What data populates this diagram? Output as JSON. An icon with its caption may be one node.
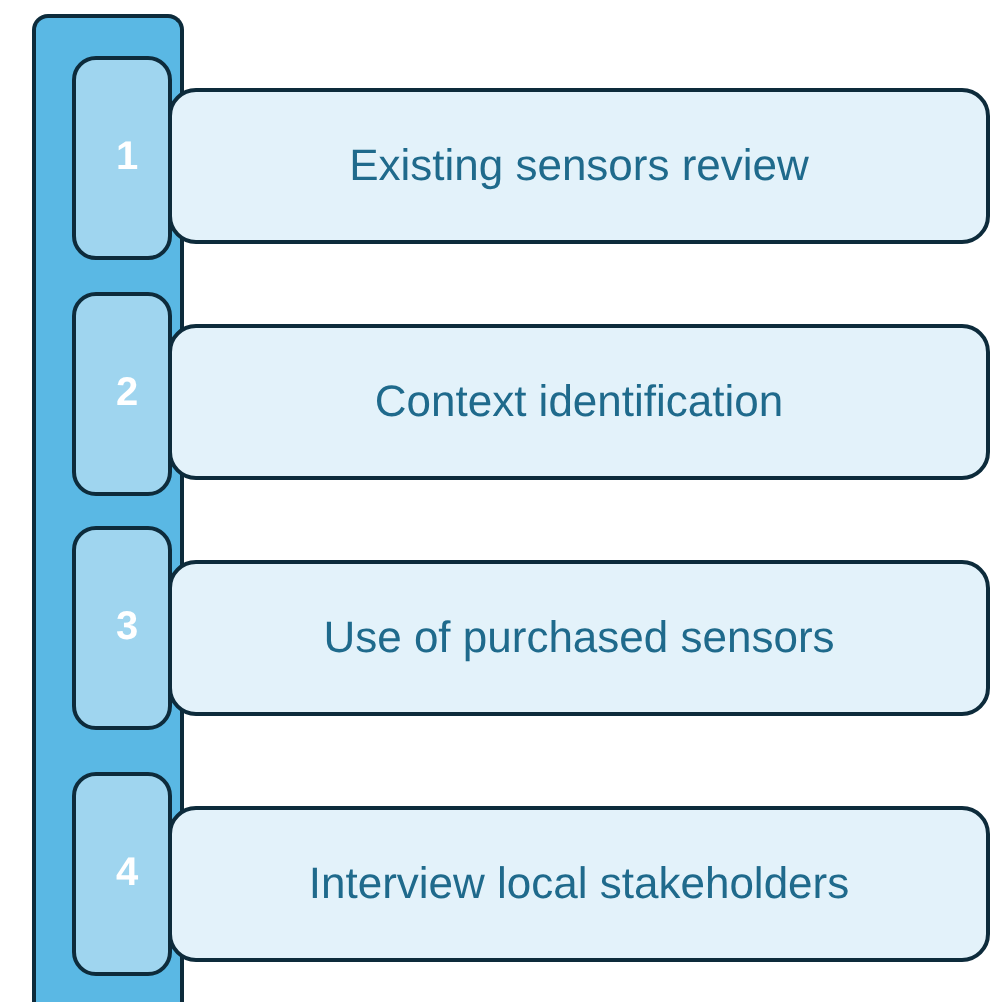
{
  "diagram": {
    "nodes": [
      {
        "text": [],
        "shape": "bar"
      },
      {
        "text": [
          "1"
        ],
        "in": 0
      },
      {
        "text": [
          "Existing sensors review"
        ]
      },
      {
        "text": [
          "2"
        ],
        "in": 0
      },
      {
        "text": [
          "Context identification"
        ]
      },
      {
        "text": [
          "3"
        ],
        "in": 0
      },
      {
        "text": [
          "Use of purchased sensors"
        ]
      },
      {
        "text": [
          "4"
        ],
        "in": 0
      },
      {
        "text": [
          "Interview local stakeholders"
        ]
      }
    ]
  }
}
